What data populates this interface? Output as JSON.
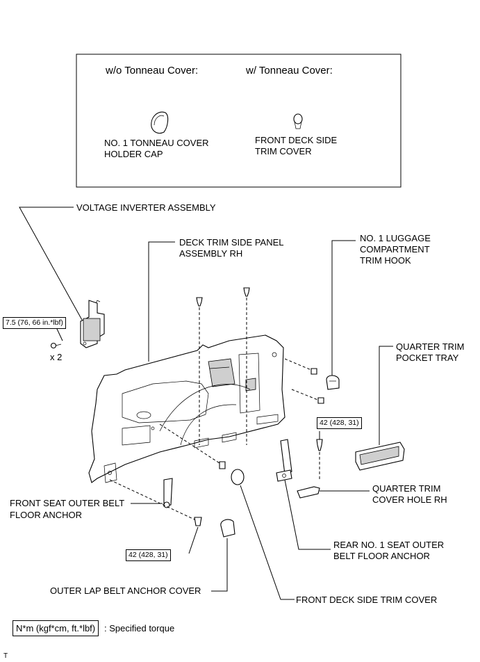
{
  "inset": {
    "header_left": "w/o Tonneau Cover:",
    "header_right": "w/ Tonneau Cover:",
    "label_left_line1": "NO. 1 TONNEAU COVER",
    "label_left_line2": "HOLDER CAP",
    "label_right_line1": "FRONT DECK SIDE",
    "label_right_line2": "TRIM COVER"
  },
  "labels": {
    "voltage_inverter": "VOLTAGE INVERTER ASSEMBLY",
    "deck_trim_line1": "DECK TRIM SIDE PANEL",
    "deck_trim_line2": "ASSEMBLY RH",
    "luggage_hook_line1": "NO. 1 LUGGAGE",
    "luggage_hook_line2": "COMPARTMENT",
    "luggage_hook_line3": "TRIM HOOK",
    "pocket_tray_line1": "QUARTER TRIM",
    "pocket_tray_line2": "POCKET TRAY",
    "cover_hole_line1": "QUARTER TRIM",
    "cover_hole_line2": "COVER HOLE RH",
    "rear_anchor_line1": "REAR NO. 1 SEAT OUTER",
    "rear_anchor_line2": "BELT FLOOR ANCHOR",
    "front_anchor_line1": "FRONT SEAT OUTER BELT",
    "front_anchor_line2": "FLOOR ANCHOR",
    "lap_belt_cover": "OUTER LAP BELT ANCHOR COVER",
    "front_deck_cover": "FRONT DECK SIDE TRIM COVER",
    "quantity": "x 2"
  },
  "torques": {
    "inverter": "7.5 (76, 66 in.*lbf)",
    "rear_anchor": "42 (428, 31)",
    "front_anchor": "42 (428, 31)"
  },
  "legend": {
    "unit": "N*m (kgf*cm, ft.*lbf)",
    "description": ": Specified torque"
  },
  "corner_mark": "T"
}
